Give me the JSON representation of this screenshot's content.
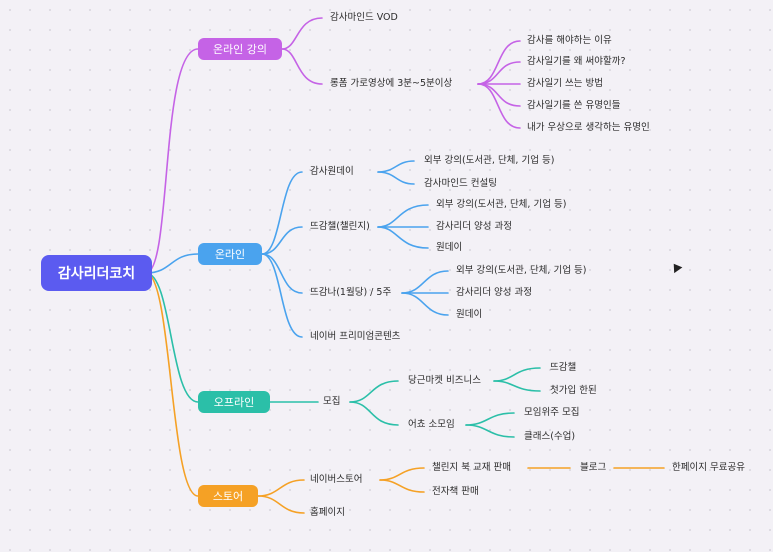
{
  "colors": {
    "root": "#5b5bf0",
    "purple": "#c563e6",
    "blue": "#4aa3ee",
    "teal": "#2bbfa8",
    "orange": "#f5a125"
  },
  "root": "감사리더코치",
  "branches": {
    "online_course": {
      "label": "온라인 강의",
      "children": [
        "감사마인드 VOD",
        "롱폼 가로영상에 3분~5분이상"
      ],
      "longform_children": [
        "감사를 해야하는 이유",
        "감사일기를 왜 써야할까?",
        "감사일기 쓰는 방법",
        "감사일기를 쓴 유명인들",
        "내가 우상으로 생각하는 유명인"
      ]
    },
    "online": {
      "label": "온라인",
      "oneday": {
        "label": "감사원데이",
        "children": [
          "외부 강의(도서관, 단체, 기업 등)",
          "감사마인드 컨설팅"
        ]
      },
      "challenge": {
        "label": "뜨감챌(챌린지)",
        "children": [
          "외부 강의(도서관, 단체, 기업 등)",
          "감사리더 양성 과정",
          "원데이"
        ]
      },
      "monthly": {
        "label": "뜨감나(1월당) / 5주",
        "children": [
          "외부 강의(도서관, 단체, 기업 등)",
          "감사리더 양성 과정",
          "원데이"
        ]
      },
      "naver_premium": "네이버 프리미엄콘텐츠"
    },
    "offline": {
      "label": "오프라인",
      "recruit": "모집",
      "karrot": {
        "label": "당근마켓 비즈니스",
        "children": [
          "뜨감챌",
          "첫가입 한된"
        ]
      },
      "small_group": {
        "label": "어쵸 소모임",
        "children": [
          "모임위주 모집",
          "클래스(수업)"
        ]
      }
    },
    "store": {
      "label": "스토어",
      "naver_store": "네이버스토어",
      "naver_children": [
        "챌린지 북 교재 판매",
        "전자책 판매"
      ],
      "blog": "블로그",
      "one_page": "한페이지 무료공유",
      "homepage": "홈페이지"
    }
  }
}
